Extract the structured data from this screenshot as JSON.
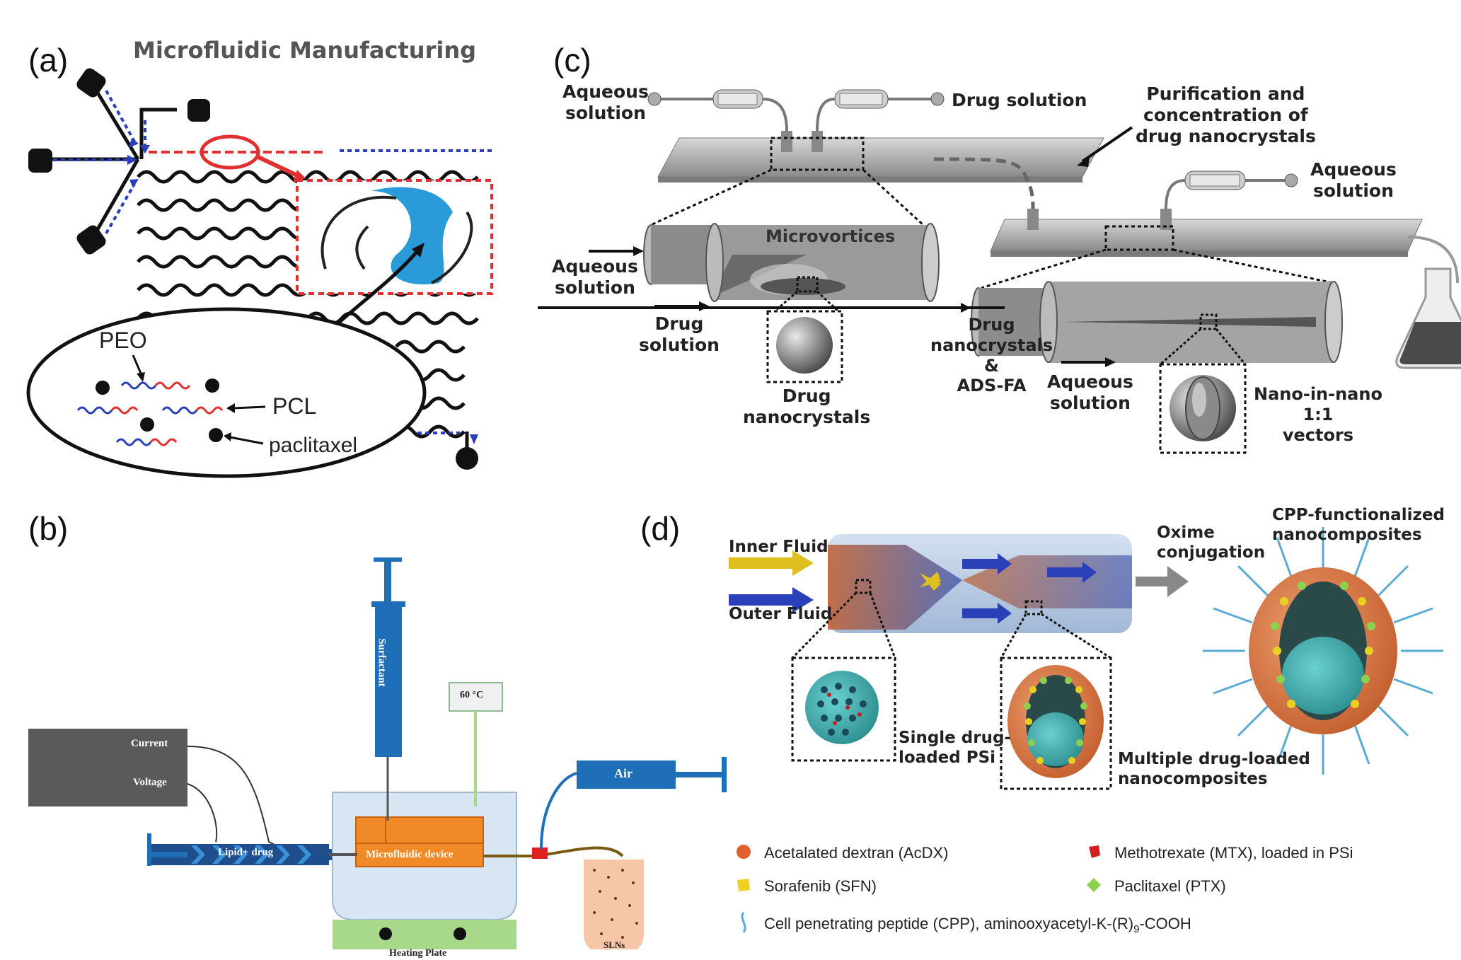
{
  "panels": {
    "a": {
      "label": "(a)",
      "title": "Microfluidic Manufacturing",
      "peo": "PEO",
      "pcl": "PCL",
      "paclitaxel": "paclitaxel"
    },
    "b": {
      "label": "(b)",
      "current": "Current",
      "voltage": "Voltage",
      "lipid_drug": "Lipid+ drug",
      "surfactant": "Surfactant",
      "temperature": "60 °C",
      "air": "Air",
      "device": "Microfluidic device",
      "heating_plate": "Heating Plate",
      "slns": "SLNs"
    },
    "c": {
      "label": "(c)",
      "aqueous_solution_top": "Aqueous\nsolution",
      "drug_solution_top": "Drug solution",
      "purification": "Purification and\nconcentration of\ndrug nanocrystals",
      "aqueous_solution_right": "Aqueous\nsolution",
      "microvortices": "Microvortices",
      "aqueous_solution_left": "Aqueous\nsolution",
      "drug_solution_left": "Drug\nsolution",
      "drug_nanocrystals": "Drug\nnanocrystals",
      "drug_nanocrystals_adsfa": "Drug\nnanocrystals\n&\nADS-FA",
      "aqueous_solution_bottom": "Aqueous\nsolution",
      "nano_in_nano": "Nano-in-nano\n1:1\nvectors"
    },
    "d": {
      "label": "(d)",
      "inner_fluid": "Inner Fluid",
      "outer_fluid": "Outer Fluid",
      "oxime": "Oxime\nconjugation",
      "cpp_func": "CPP-functionalized\nnanocomposites",
      "single_drug": "Single drug-\nloaded PSi",
      "multiple_drug": "Multiple drug-loaded\nnanocomposites"
    }
  },
  "legend": [
    {
      "icon": "acdx-sphere-icon",
      "text": "Acetalated dextran (AcDX)",
      "color": "#e06030"
    },
    {
      "icon": "mtx-icon",
      "text": "Methotrexate (MTX), loaded in PSi",
      "color": "#d02020"
    },
    {
      "icon": "sfn-icon",
      "text": "Sorafenib (SFN)",
      "color": "#f0d020"
    },
    {
      "icon": "ptx-icon",
      "text": "Paclitaxel (PTX)",
      "color": "#8cd050"
    },
    {
      "icon": "cpp-icon",
      "text": "Cell penetrating peptide (CPP), aminooxyacetyl-K-(R)",
      "sub": "9",
      "tail": "-COOH",
      "color": "#5aaad8"
    }
  ],
  "colors": {
    "blue_arrow": "#2a40b8",
    "red_channel": "#e03030",
    "teal": "#3aa8a8",
    "orange": "#f08a28",
    "syringe_blue": "#1e6fb8",
    "green_plate": "#a8d88a",
    "gray_box": "#5a5a5a"
  }
}
